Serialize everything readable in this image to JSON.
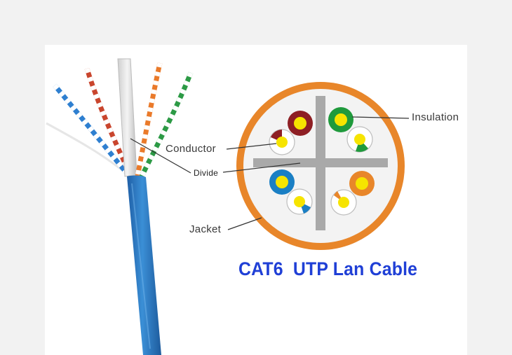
{
  "diagram": {
    "title": "CAT6  UTP Lan Cable",
    "labels": {
      "insulation": "Insulation",
      "conductor": "Conductor",
      "divide": "Divide",
      "jacket": "Jacket"
    }
  },
  "colors": {
    "jacket": "#e8862a",
    "cable_blue": "#2f7fc6",
    "title_blue": "#1f3fd6",
    "pair_brown": "#8e1f24",
    "pair_green": "#1f9a3c",
    "pair_blue": "#1a7fc4",
    "pair_orange": "#e8862a",
    "conductor_yellow": "#f6e400"
  }
}
